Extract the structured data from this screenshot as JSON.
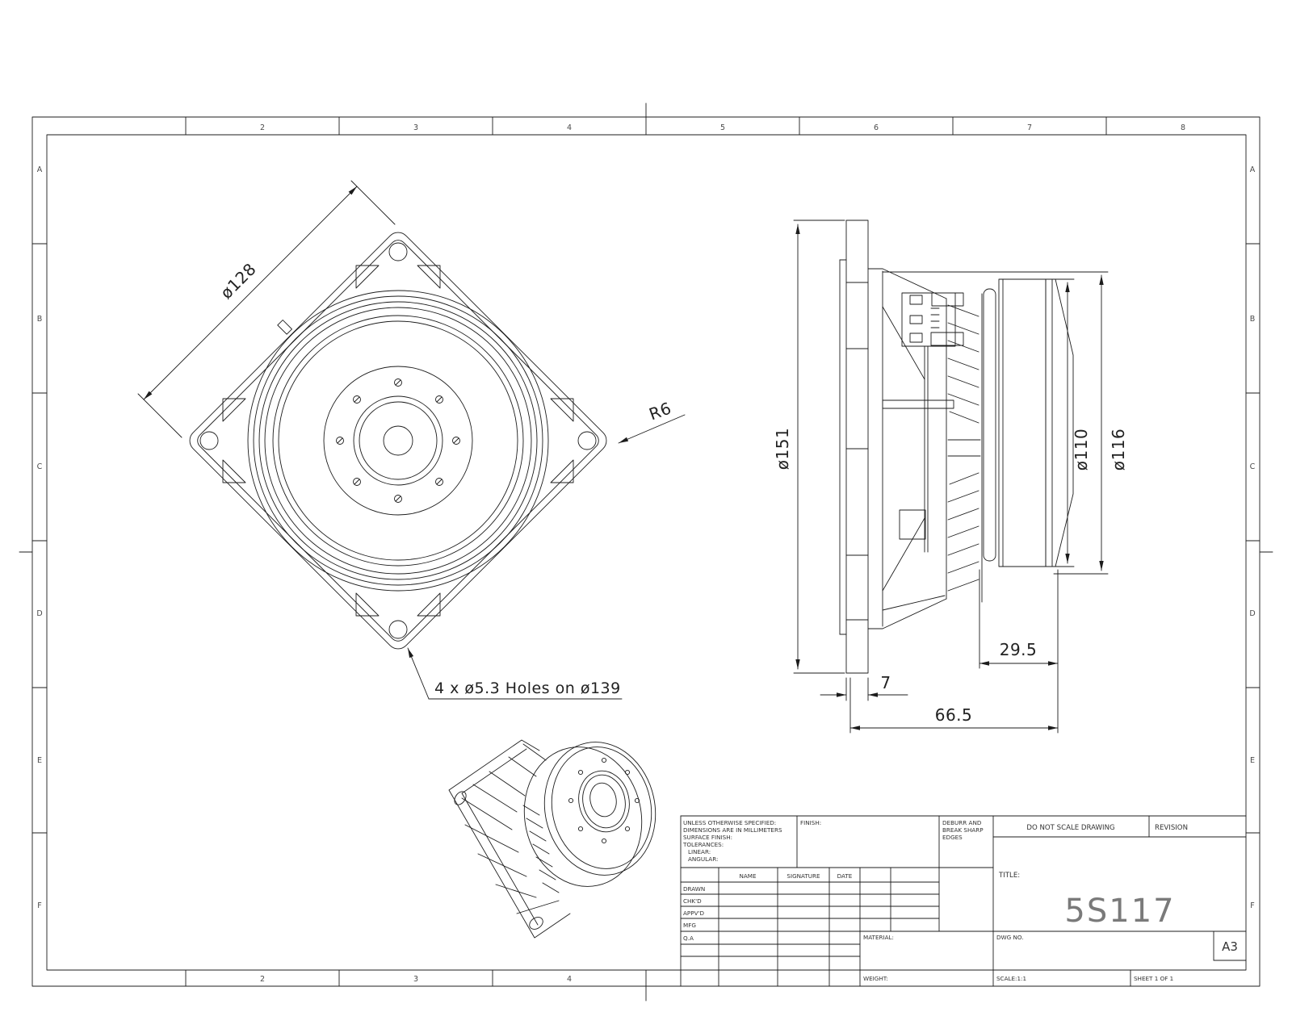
{
  "sheet": {
    "paper_size": "A3",
    "zones": {
      "top": [
        "",
        "2",
        "3",
        "4",
        "5",
        "6",
        "7",
        "8"
      ],
      "bottom": [
        "",
        "2",
        "3",
        "4"
      ],
      "left": [
        "A",
        "B",
        "C",
        "D",
        "E",
        "F"
      ],
      "right": [
        "A",
        "B",
        "C",
        "D",
        "E",
        "F"
      ]
    }
  },
  "front_view": {
    "dim_outline": "ø128",
    "corner_radius": "R6",
    "holes_note": "4 x ø5.3 Holes on ø139"
  },
  "side_view": {
    "dim_flange_od": "ø151",
    "dim_magnet_od": "ø110",
    "dim_backplate_od": "ø116",
    "dim_magnet_depth": "29.5",
    "dim_flange_thk": "7",
    "dim_overall_depth": "66.5"
  },
  "title_block": {
    "notes": [
      "UNLESS OTHERWISE SPECIFIED:",
      "DIMENSIONS ARE IN MILLIMETERS",
      "SURFACE FINISH:",
      "TOLERANCES:",
      "LINEAR:",
      "ANGULAR:"
    ],
    "finish_label": "FINISH:",
    "deburr_note": [
      "DEBURR AND",
      "BREAK SHARP",
      "EDGES"
    ],
    "do_not_scale": "DO NOT SCALE DRAWING",
    "revision_label": "REVISION",
    "title_label": "TITLE:",
    "drawing_title": "5S117",
    "columns": {
      "name": "NAME",
      "signature": "SIGNATURE",
      "date": "DATE"
    },
    "rows": [
      "DRAWN",
      "CHK'D",
      "APPV'D",
      "MFG",
      "Q.A"
    ],
    "material_label": "MATERIAL:",
    "weight_label": "WEIGHT:",
    "dwg_no_label": "DWG NO.",
    "paper_size": "A3",
    "scale_label": "SCALE:1:1",
    "sheet_label": "SHEET 1 OF 1"
  }
}
